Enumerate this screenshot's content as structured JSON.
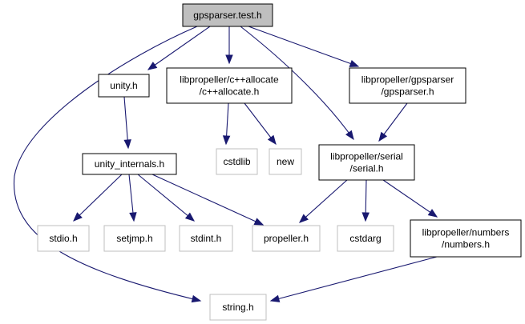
{
  "diagram": {
    "title": "",
    "nodes": [
      {
        "id": "gpsparser_test",
        "lines": [
          "gpsparser.test.h"
        ],
        "style": "current"
      },
      {
        "id": "unity",
        "lines": [
          "unity.h"
        ],
        "style": "documented"
      },
      {
        "id": "cpp_allocate",
        "lines": [
          "libpropeller/c++allocate",
          "/c++allocate.h"
        ],
        "style": "documented"
      },
      {
        "id": "gpsparser",
        "lines": [
          "libpropeller/gpsparser",
          "/gpsparser.h"
        ],
        "style": "documented"
      },
      {
        "id": "unity_internals",
        "lines": [
          "unity_internals.h"
        ],
        "style": "documented"
      },
      {
        "id": "cstdlib",
        "lines": [
          "cstdlib"
        ],
        "style": "external"
      },
      {
        "id": "new",
        "lines": [
          "new"
        ],
        "style": "external"
      },
      {
        "id": "serial",
        "lines": [
          "libpropeller/serial",
          "/serial.h"
        ],
        "style": "documented"
      },
      {
        "id": "stdio",
        "lines": [
          "stdio.h"
        ],
        "style": "external"
      },
      {
        "id": "setjmp",
        "lines": [
          "setjmp.h"
        ],
        "style": "external"
      },
      {
        "id": "stdint",
        "lines": [
          "stdint.h"
        ],
        "style": "external"
      },
      {
        "id": "propeller",
        "lines": [
          "propeller.h"
        ],
        "style": "external"
      },
      {
        "id": "cstdarg",
        "lines": [
          "cstdarg"
        ],
        "style": "external"
      },
      {
        "id": "numbers",
        "lines": [
          "libpropeller/numbers",
          "/numbers.h"
        ],
        "style": "documented"
      },
      {
        "id": "string",
        "lines": [
          "string.h"
        ],
        "style": "external"
      }
    ],
    "edges": [
      {
        "from": "gpsparser_test",
        "to": "unity"
      },
      {
        "from": "gpsparser_test",
        "to": "cpp_allocate"
      },
      {
        "from": "gpsparser_test",
        "to": "gpsparser"
      },
      {
        "from": "gpsparser_test",
        "to": "serial"
      },
      {
        "from": "gpsparser_test",
        "to": "string"
      },
      {
        "from": "unity",
        "to": "unity_internals"
      },
      {
        "from": "unity_internals",
        "to": "stdio"
      },
      {
        "from": "unity_internals",
        "to": "setjmp"
      },
      {
        "from": "unity_internals",
        "to": "stdint"
      },
      {
        "from": "unity_internals",
        "to": "propeller"
      },
      {
        "from": "cpp_allocate",
        "to": "cstdlib"
      },
      {
        "from": "cpp_allocate",
        "to": "new"
      },
      {
        "from": "gpsparser",
        "to": "serial"
      },
      {
        "from": "serial",
        "to": "propeller"
      },
      {
        "from": "serial",
        "to": "cstdarg"
      },
      {
        "from": "serial",
        "to": "numbers"
      },
      {
        "from": "numbers",
        "to": "string"
      }
    ],
    "colors": {
      "current_fill": "#bfbfbf",
      "current_border": "#000000",
      "documented_fill": "#ffffff",
      "documented_border": "#000000",
      "external_fill": "#ffffff",
      "external_border": "#bfbfbf",
      "edge": "#191970"
    }
  }
}
